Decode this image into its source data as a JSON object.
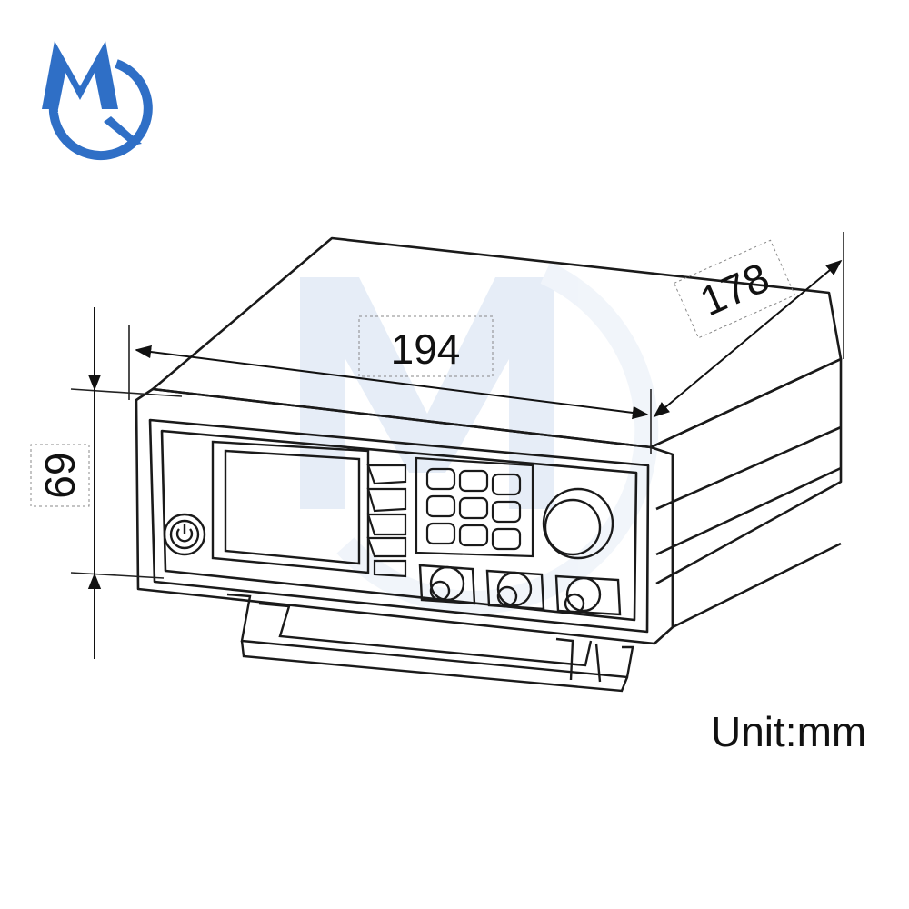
{
  "dimensions": {
    "width": "194",
    "depth": "178",
    "height": "69"
  },
  "unit_label": "Unit:mm",
  "logo": {
    "text": "MQ",
    "primary_color": "#2f6fc6",
    "accent_color": "#6aa6e8"
  },
  "watermark": {
    "text": "MQ",
    "color": "#c9d9ee"
  },
  "colors": {
    "line": "#1a1a1a",
    "guide": "#555555"
  }
}
